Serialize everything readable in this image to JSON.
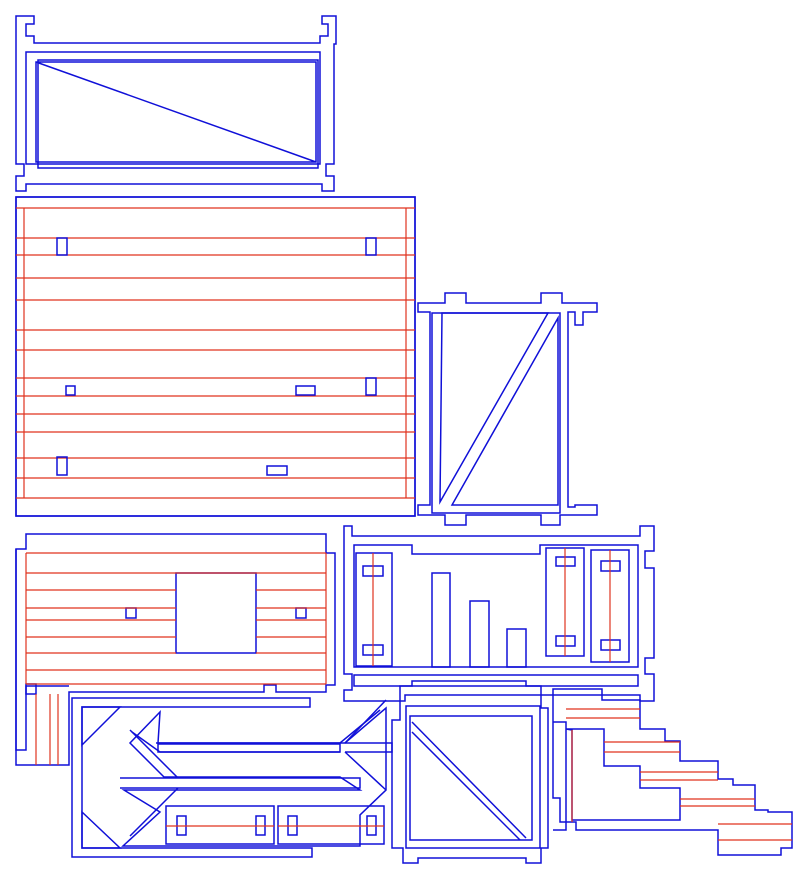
{
  "colors": {
    "background": "#ffffff",
    "cut": "#1010d8",
    "etch": "#e0331f"
  },
  "parts": [
    {
      "name": "top-frame-part",
      "kind": "frame"
    },
    {
      "name": "large-plank-panel",
      "kind": "panel"
    },
    {
      "name": "right-frame-part",
      "kind": "frame"
    },
    {
      "name": "window-plank-panel",
      "kind": "panel"
    },
    {
      "name": "comb-frame-part",
      "kind": "frame"
    },
    {
      "name": "branch-frame-part",
      "kind": "frame"
    },
    {
      "name": "center-frame-part",
      "kind": "frame"
    },
    {
      "name": "stair-plank-part",
      "kind": "panel"
    }
  ]
}
